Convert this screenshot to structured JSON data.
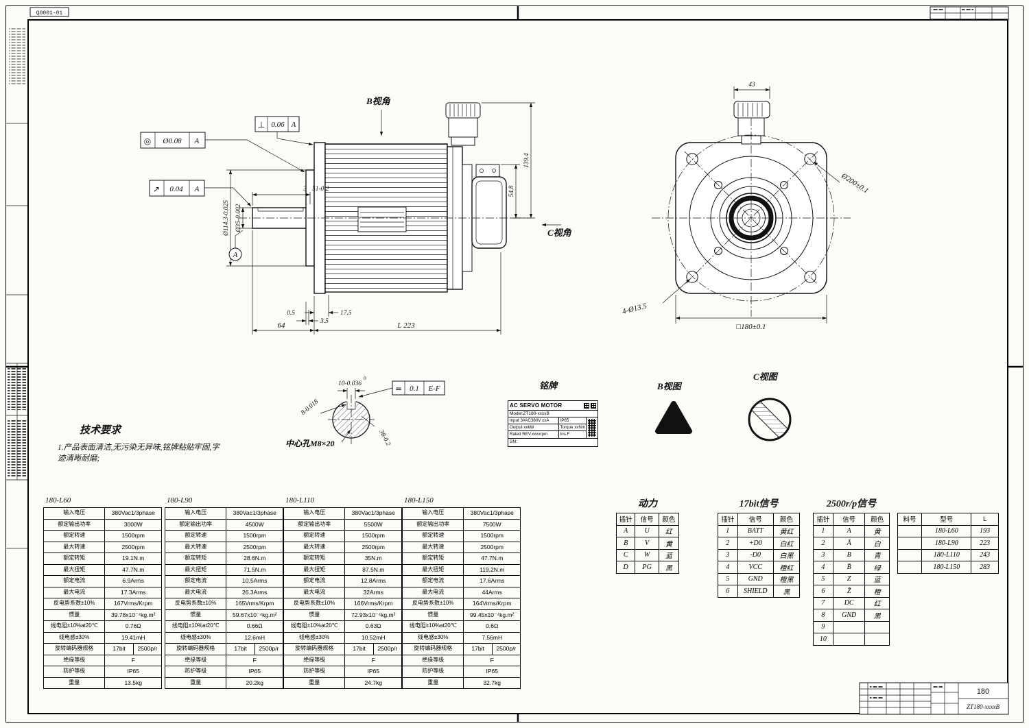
{
  "page": {
    "doc_code": "Q0001-01"
  },
  "labels": {
    "view_b_arrow": "B视角",
    "view_c_arrow": "C视角",
    "view_b": "B视图",
    "view_c": "C视图",
    "nameplate": "铭牌",
    "center_hole": "中心孔M8×20",
    "datum_a": "A"
  },
  "gdt": {
    "perp_sym": "⊥",
    "perp_val": "0.06",
    "perp_datum": "A",
    "conc_sym": "◎",
    "conc_val": "Ø0.08",
    "conc_datum": "A",
    "runout_sym": "↗",
    "runout_val": "0.04",
    "runout_datum": "A",
    "sym_sym": "=",
    "sym_val": "0.1",
    "sym_datum": "E-F"
  },
  "dims": {
    "side": {
      "shaft_dia": "Ø35-0.002",
      "spigot_dia": "Ø114.3-0.025",
      "gap3": "3",
      "shaft_len": "51-0.2",
      "d05": "0.5",
      "d175": "17.5",
      "d35": "3.5",
      "d64": "64",
      "total_len": "L 223",
      "h1394": "139.4",
      "h548": "54.8"
    },
    "front": {
      "conn_w": "43",
      "bolt_circle": "Ø200±0.1",
      "holes": "4-Ø13.5",
      "square": "□180±0.1"
    },
    "detail": {
      "key_w": "10-0.036",
      "key_w_sup": "0",
      "key_side": "8-0.018",
      "key_h": "38-0.2"
    }
  },
  "tech": {
    "title": "技术要求",
    "line1": "1.产品表面清洁,无污染无异味,铭牌粘贴牢固,字",
    "line2": "迹清晰耐磨;"
  },
  "nameplate": {
    "title": "AC SERVO MOTOR",
    "model": "Model:ZT180-xxxxB",
    "input": "Input 3#AC380V xxA",
    "ip": "IP65",
    "output": "Output xxkW",
    "torque": "Torque xxNm",
    "rated": "Rated REV.xxxxrpm",
    "ins": "Ins.F",
    "sn": "SN:"
  },
  "spec_tables": [
    {
      "model": "180-L60",
      "rows": [
        [
          "输入电压",
          "380Vac1/3phase"
        ],
        [
          "额定输出功率",
          "3000W"
        ],
        [
          "额定转速",
          "1500rpm"
        ],
        [
          "最大转速",
          "2500rpm"
        ],
        [
          "额定转矩",
          "19.1N.m"
        ],
        [
          "最大扭矩",
          "47.7N.m"
        ],
        [
          "额定电流",
          "6.9Arms"
        ],
        [
          "最大电流",
          "17.3Arms"
        ],
        [
          "反电势系数±10%",
          "167Vrms/Krpm"
        ],
        [
          "惯量",
          "39.78x10⁻⁴kg.m²"
        ],
        [
          "线电阻±10%at20℃",
          "0.76Ω"
        ],
        [
          "线电感±30%",
          "19.41mH"
        ],
        [
          "旋转编码器规格",
          "17bit",
          "2500p/r"
        ],
        [
          "绝缘等级",
          "F"
        ],
        [
          "防护等级",
          "IP65"
        ],
        [
          "重量",
          "13.5kg"
        ]
      ]
    },
    {
      "model": "180-L90",
      "rows": [
        [
          "输入电压",
          "380Vac1/3phase"
        ],
        [
          "额定输出功率",
          "4500W"
        ],
        [
          "额定转速",
          "1500rpm"
        ],
        [
          "最大转速",
          "2500rpm"
        ],
        [
          "额定转矩",
          "28.6N.m"
        ],
        [
          "最大扭矩",
          "71.5N.m"
        ],
        [
          "额定电流",
          "10.5Arms"
        ],
        [
          "最大电流",
          "26.3Arms"
        ],
        [
          "反电势系数±10%",
          "165Vrms/Krpm"
        ],
        [
          "惯量",
          "59.67x10⁻⁴kg.m²"
        ],
        [
          "线电阻±10%at20℃",
          "0.66Ω"
        ],
        [
          "线电感±30%",
          "12.6mH"
        ],
        [
          "旋转编码器规格",
          "17bit",
          "2500p/r"
        ],
        [
          "绝缘等级",
          "F"
        ],
        [
          "防护等级",
          "IP65"
        ],
        [
          "重量",
          "20.2kg"
        ]
      ]
    },
    {
      "model": "180-L110",
      "rows": [
        [
          "输入电压",
          "380Vac1/3phase"
        ],
        [
          "额定输出功率",
          "5500W"
        ],
        [
          "额定转速",
          "1500rpm"
        ],
        [
          "最大转速",
          "2500rpm"
        ],
        [
          "额定转矩",
          "35N.m"
        ],
        [
          "最大扭矩",
          "87.5N.m"
        ],
        [
          "额定电流",
          "12.8Arms"
        ],
        [
          "最大电流",
          "32Arms"
        ],
        [
          "反电势系数±10%",
          "166Vrms/Krpm"
        ],
        [
          "惯量",
          "72.93x10⁻⁴kg.m²"
        ],
        [
          "线电阻±10%at20℃",
          "0.63Ω"
        ],
        [
          "线电感±30%",
          "10.52mH"
        ],
        [
          "旋转编码器规格",
          "17bit",
          "2500p/r"
        ],
        [
          "绝缘等级",
          "F"
        ],
        [
          "防护等级",
          "IP65"
        ],
        [
          "重量",
          "24.7kg"
        ]
      ]
    },
    {
      "model": "180-L150",
      "rows": [
        [
          "输入电压",
          "380Vac1/3phase"
        ],
        [
          "额定输出功率",
          "7500W"
        ],
        [
          "额定转速",
          "1500rpm"
        ],
        [
          "最大转速",
          "2500rpm"
        ],
        [
          "额定转矩",
          "47.7N.m"
        ],
        [
          "最大扭矩",
          "119.2N.m"
        ],
        [
          "额定电流",
          "17.6Arms"
        ],
        [
          "最大电流",
          "44Arms"
        ],
        [
          "反电势系数±10%",
          "164Vrms/Krpm"
        ],
        [
          "惯量",
          "99.45x10⁻⁴kg.m²"
        ],
        [
          "线电阻±10%at20℃",
          "0.6Ω"
        ],
        [
          "线电感±30%",
          "7.56mH"
        ],
        [
          "旋转编码器规格",
          "17bit",
          "2500p/r"
        ],
        [
          "绝缘等级",
          "F"
        ],
        [
          "防护等级",
          "IP65"
        ],
        [
          "重量",
          "32.7kg"
        ]
      ]
    }
  ],
  "pin_tables": {
    "power": {
      "title": "动力",
      "headers": [
        "插针",
        "信号",
        "颜色"
      ],
      "rows": [
        [
          "A",
          "U",
          "红"
        ],
        [
          "B",
          "V",
          "黄"
        ],
        [
          "C",
          "W",
          "蓝"
        ],
        [
          "D",
          "PG",
          "黑"
        ]
      ]
    },
    "enc17": {
      "title": "17bit信号",
      "headers": [
        "插针",
        "信号",
        "颜色"
      ],
      "rows": [
        [
          "1",
          "BATT",
          "黄红"
        ],
        [
          "2",
          "+D0",
          "白红"
        ],
        [
          "3",
          "-D0",
          "白黑"
        ],
        [
          "4",
          "VCC",
          "橙红"
        ],
        [
          "5",
          "GND",
          "橙黑"
        ],
        [
          "6",
          "SHIELD",
          "黑"
        ]
      ]
    },
    "enc2500": {
      "title": "2500r/p信号",
      "headers": [
        "插针",
        "信号",
        "颜色"
      ],
      "rows": [
        [
          "1",
          "A",
          "黄"
        ],
        [
          "2",
          "Ā",
          "白"
        ],
        [
          "3",
          "B",
          "青"
        ],
        [
          "4",
          "B̄",
          "绿"
        ],
        [
          "5",
          "Z",
          "蓝"
        ],
        [
          "6",
          "Z̄",
          "橙"
        ],
        [
          "7",
          "DC",
          "红"
        ],
        [
          "8",
          "GND",
          "黑"
        ],
        [
          "9",
          "",
          ""
        ],
        [
          "10",
          "",
          ""
        ]
      ]
    }
  },
  "model_table": {
    "headers": [
      "料号",
      "型号",
      "L"
    ],
    "rows": [
      [
        "",
        "180-L60",
        "193"
      ],
      [
        "",
        "180-L90",
        "223"
      ],
      [
        "",
        "180-L110",
        "243"
      ],
      [
        "",
        "180-L150",
        "283"
      ]
    ]
  },
  "title_block": {
    "frame": "180",
    "drawing_no": "ZT180-xxxxB"
  }
}
